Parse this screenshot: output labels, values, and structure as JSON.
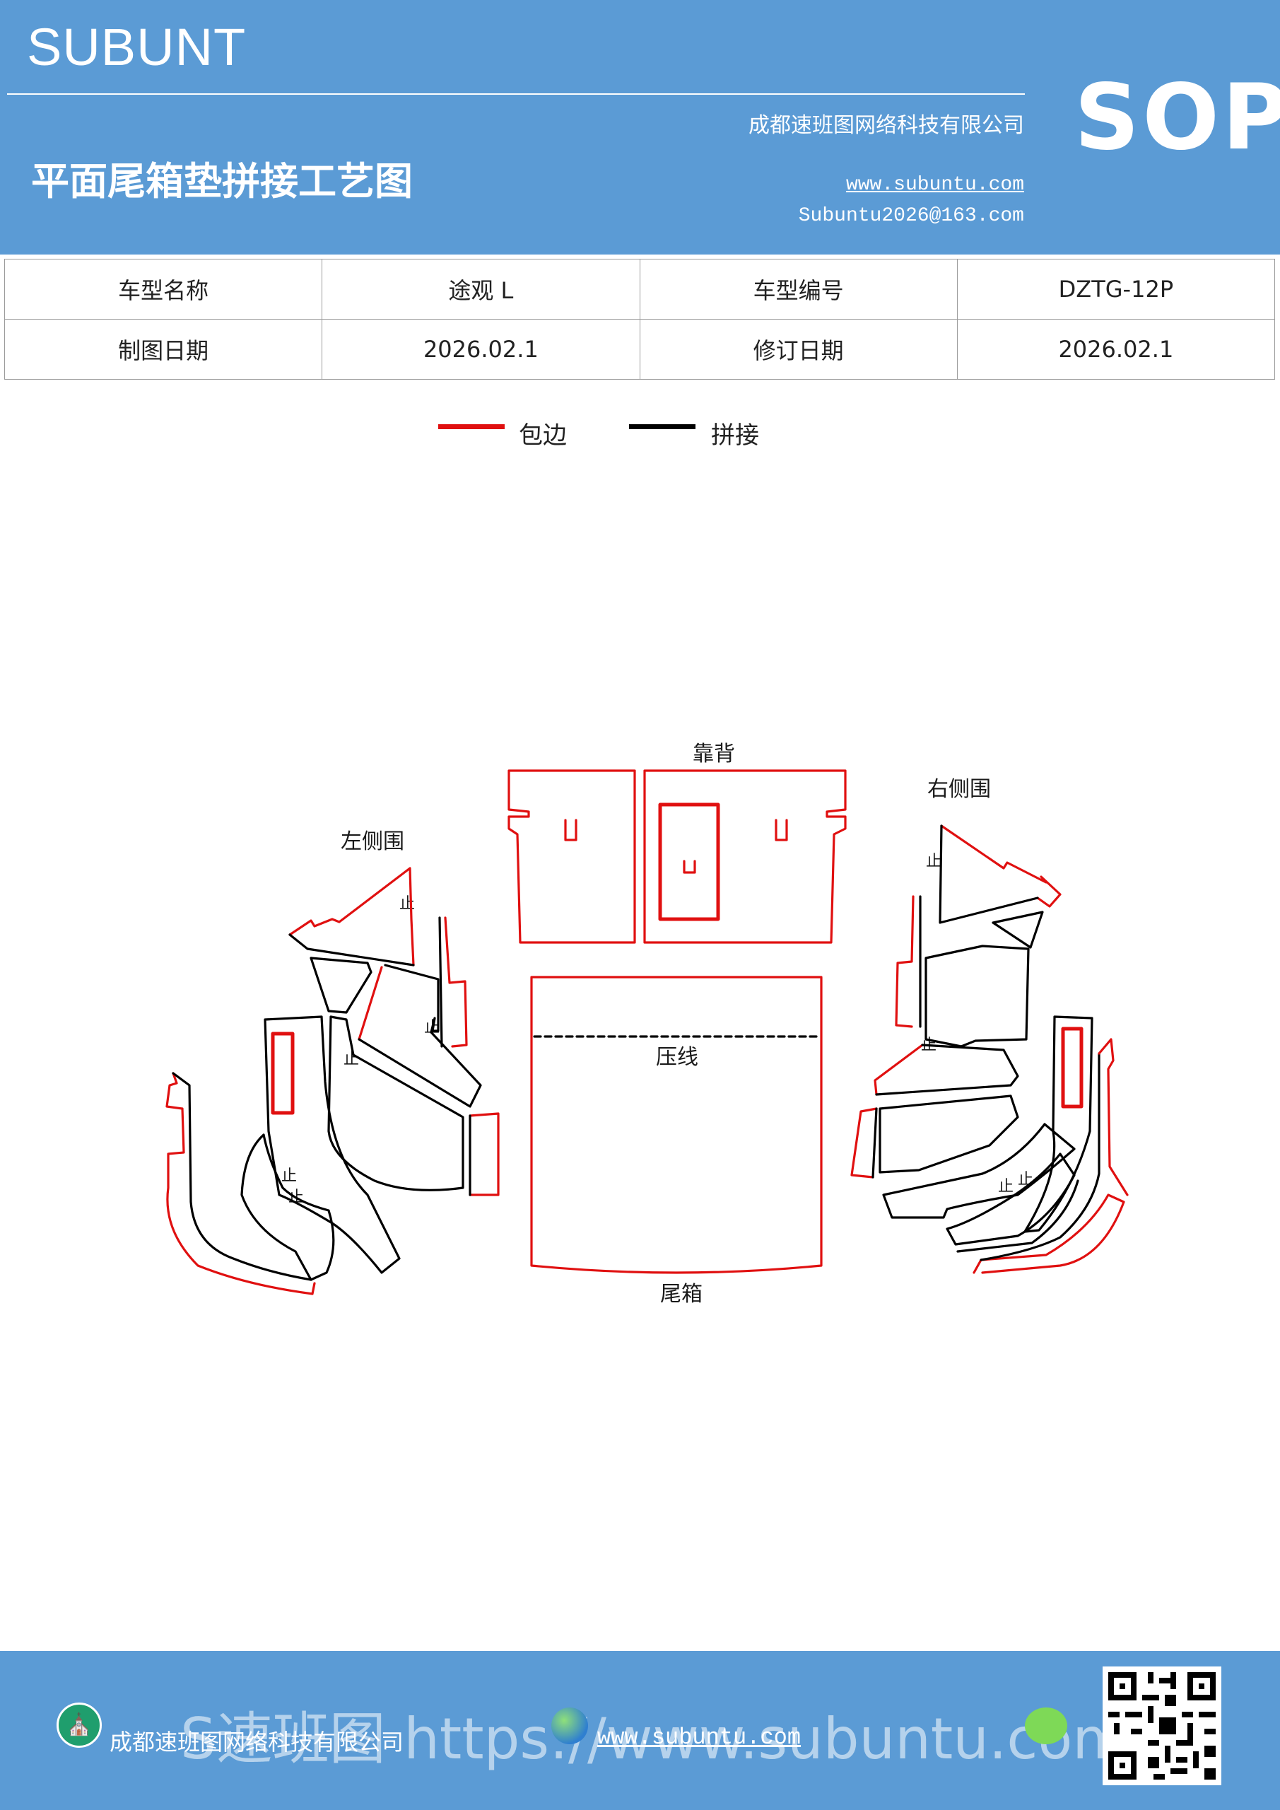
{
  "header": {
    "brand": "SUBUNT",
    "title": "平面尾箱垫拼接工艺图",
    "company": "成都速班图网络科技有限公司",
    "website": "www.subuntu.com",
    "email": "Subuntu2026@163.com",
    "badge": "SOP"
  },
  "info_table": {
    "rows": [
      [
        "车型名称",
        "途观 L",
        "车型编号",
        "DZTG-12P"
      ],
      [
        "制图日期",
        "2026.02.1",
        "修订日期",
        "2026.02.1"
      ]
    ]
  },
  "legend": {
    "items": [
      {
        "label": "包边",
        "color": "#e01010"
      },
      {
        "label": "拼接",
        "color": "#000000"
      }
    ]
  },
  "diagram": {
    "labels": {
      "backrest": "靠背",
      "right_side": "右侧围",
      "left_side": "左侧围",
      "press_line": "压线",
      "trunk": "尾箱"
    },
    "stop_mark": "止"
  },
  "footer": {
    "company": "成都速班图网络科技有限公司",
    "website": "www.subuntu.com",
    "watermark": "S速班图 https://www.subuntu.com"
  },
  "colors": {
    "header_bg": "#5b9bd5",
    "edge_red": "#e01010",
    "seam_black": "#000000"
  }
}
